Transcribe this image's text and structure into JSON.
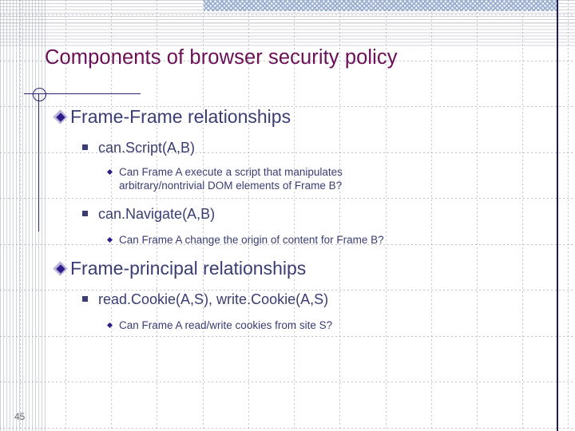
{
  "slide": {
    "title": "Components of browser security policy",
    "number": "45",
    "colors": {
      "title": "#6B0F56",
      "body": "#3A3D73",
      "bullet_diamond": "#2E1C8A",
      "rule": "#2a2370",
      "right_rule": "#1f1b58",
      "band": "#96AACD"
    },
    "sections": [
      {
        "label": "Frame-Frame relationships",
        "bullet": "diamond-bullet-icon",
        "items": [
          {
            "label": "can.Script(A,B)",
            "bullet": "square-bullet-icon",
            "sub": [
              {
                "bullet": "dot-bullet-icon",
                "line1": "Can Frame A execute a script that manipulates",
                "line2": "arbitrary/nontrivial DOM elements of Frame B?"
              }
            ]
          },
          {
            "label": "can.Navigate(A,B)",
            "bullet": "square-bullet-icon",
            "sub": [
              {
                "bullet": "dot-bullet-icon",
                "line1": "Can Frame A change the origin of content for Frame B?",
                "line2": ""
              }
            ]
          }
        ]
      },
      {
        "label": "Frame-principal relationships",
        "bullet": "diamond-bullet-icon",
        "items": [
          {
            "label": "read.Cookie(A,S), write.Cookie(A,S)",
            "bullet": "square-bullet-icon",
            "sub": [
              {
                "bullet": "dot-bullet-icon",
                "line1": "Can Frame A read/write cookies from site S?",
                "line2": ""
              }
            ]
          }
        ]
      }
    ]
  }
}
